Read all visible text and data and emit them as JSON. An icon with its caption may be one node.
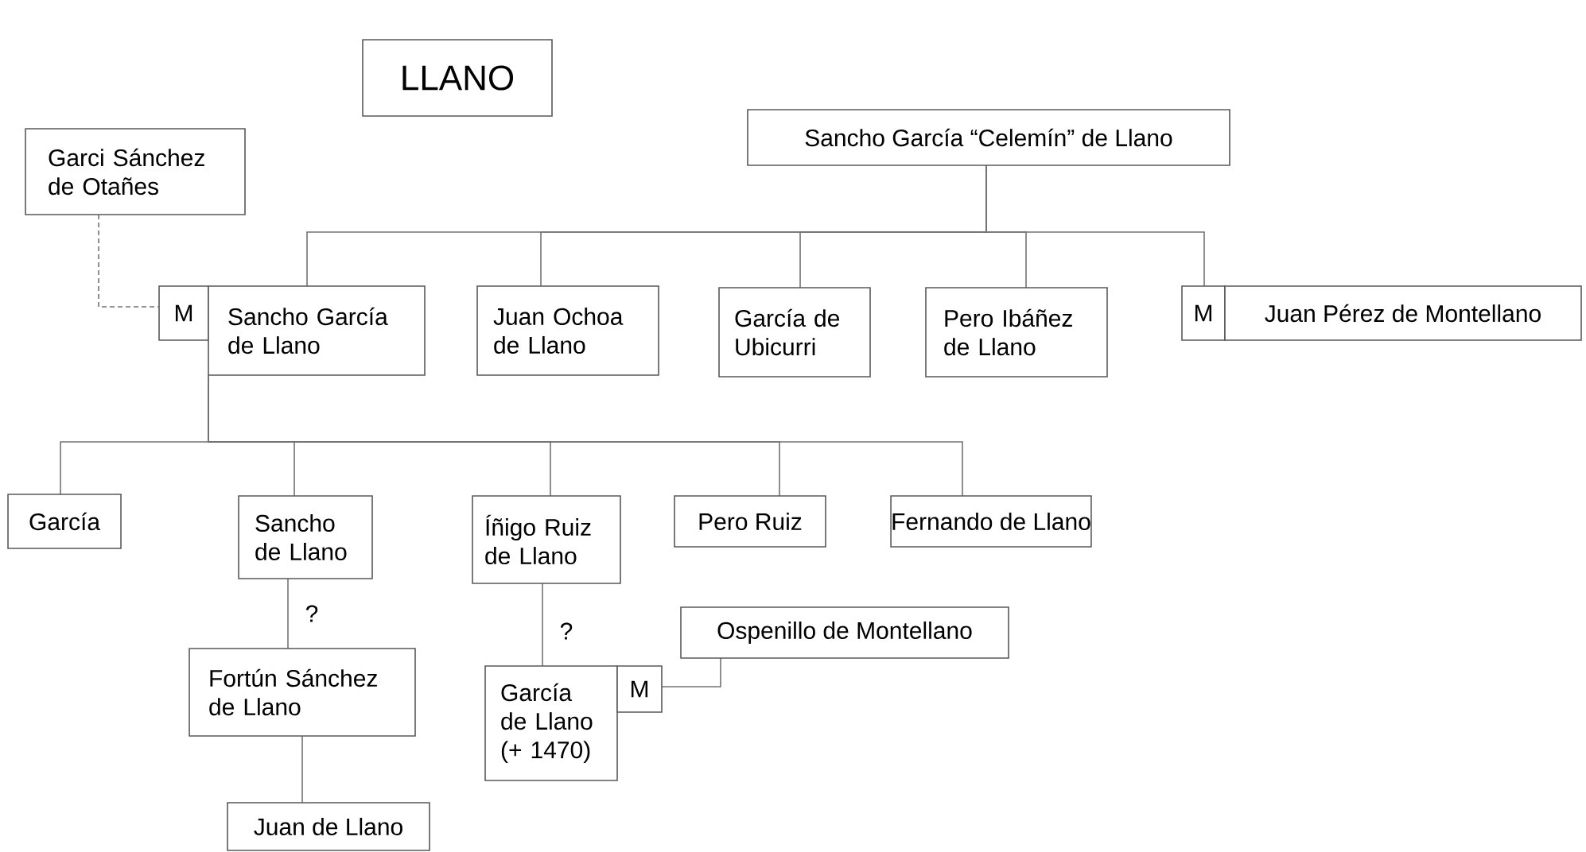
{
  "diagram": {
    "title": "LLANO",
    "nodes": [
      {
        "text": [
          "Sancho García “Celemín” de Llano"
        ]
      },
      {
        "text": [
          "Garci Sánchez de Otañes"
        ]
      },
      {
        "text": [
          "M"
        ]
      },
      {
        "text": [
          "Sancho García de Llano"
        ]
      },
      {
        "text": [
          "Juan Ochoa de Llano"
        ]
      },
      {
        "text": [
          "García de Ubicurri"
        ]
      },
      {
        "text": [
          "Pero Ibáñez de Llano"
        ]
      },
      {
        "text": [
          "M"
        ]
      },
      {
        "text": [
          "Juan Pérez de Montellano"
        ]
      },
      {
        "text": [
          "García"
        ]
      },
      {
        "text": [
          "Sancho de Llano"
        ]
      },
      {
        "text": [
          "Íñigo Ruiz de Llano"
        ]
      },
      {
        "text": [
          "Pero Ruiz"
        ]
      },
      {
        "text": [
          "Fernando de Llano"
        ]
      },
      {
        "text": [
          "Fortún Sánchez de Llano"
        ]
      },
      {
        "text": [
          "Ospenillo de Montellano"
        ]
      },
      {
        "text": [
          "García de Llano (+ 1470)"
        ]
      },
      {
        "text": [
          "M"
        ]
      },
      {
        "text": [
          "Juan de Llano"
        ]
      }
    ],
    "edges": [
      {
        "from": 0,
        "to": 3,
        "arrow": "none"
      },
      {
        "from": 0,
        "to": 4,
        "arrow": "none"
      },
      {
        "from": 0,
        "to": 5,
        "arrow": "none"
      },
      {
        "from": 0,
        "to": 6,
        "arrow": "none"
      },
      {
        "from": 0,
        "to": 7,
        "arrow": "none"
      },
      {
        "from": 1,
        "to": 2,
        "arrow": "none",
        "style": "dashed"
      },
      {
        "from": 3,
        "to": 9,
        "arrow": "none"
      },
      {
        "from": 3,
        "to": 10,
        "arrow": "none"
      },
      {
        "from": 3,
        "to": 11,
        "arrow": "none"
      },
      {
        "from": 3,
        "to": 12,
        "arrow": "none"
      },
      {
        "from": 3,
        "to": 13,
        "arrow": "none"
      },
      {
        "from": 10,
        "to": 14,
        "arrow": "none",
        "label": "?"
      },
      {
        "from": 11,
        "to": 16,
        "arrow": "none",
        "label": "?"
      },
      {
        "from": 14,
        "to": 18,
        "arrow": "none"
      },
      {
        "from": 15,
        "to": 17,
        "arrow": "none"
      }
    ]
  }
}
